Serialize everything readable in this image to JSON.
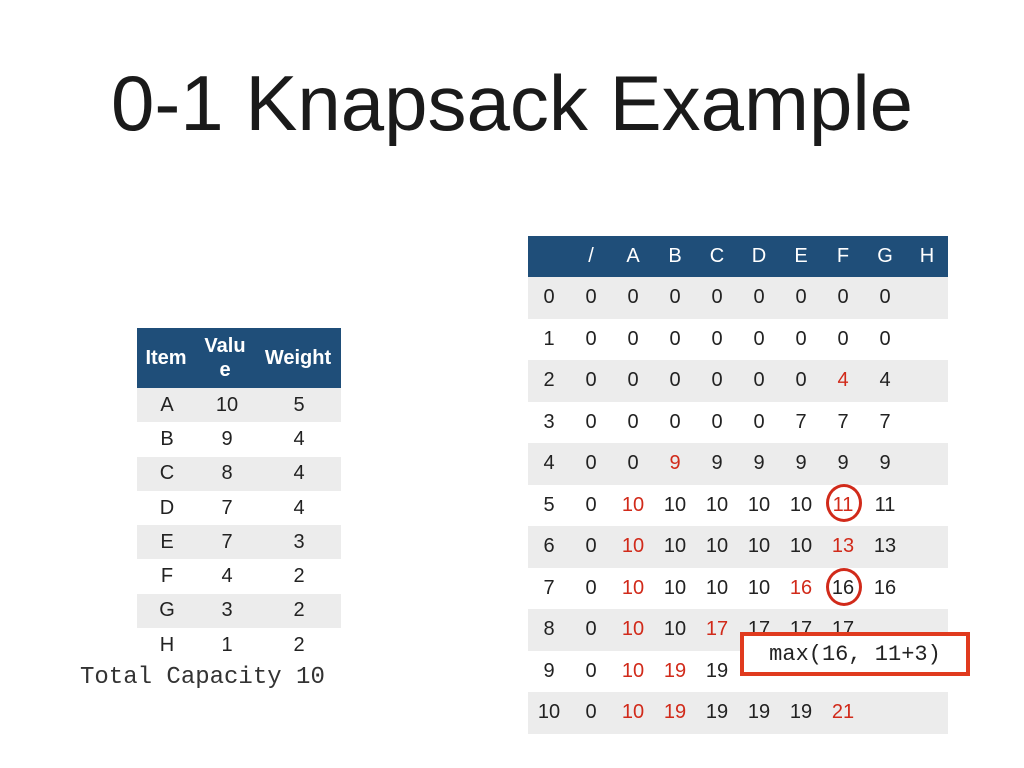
{
  "title": "0-1 Knapsack Example",
  "items_table": {
    "headers": [
      "Item",
      "Valu e",
      "Weight"
    ],
    "rows": [
      [
        "A",
        "10",
        "5"
      ],
      [
        "B",
        "9",
        "4"
      ],
      [
        "C",
        "8",
        "4"
      ],
      [
        "D",
        "7",
        "4"
      ],
      [
        "E",
        "7",
        "3"
      ],
      [
        "F",
        "4",
        "2"
      ],
      [
        "G",
        "3",
        "2"
      ],
      [
        "H",
        "1",
        "2"
      ]
    ]
  },
  "capacity_text": "Total Capacity 10",
  "dp_table": {
    "headers": [
      "",
      "/",
      "A",
      "B",
      "C",
      "D",
      "E",
      "F",
      "G",
      "H"
    ],
    "rows": [
      [
        "0",
        "0",
        "0",
        "0",
        "0",
        "0",
        "0",
        "0",
        "0",
        ""
      ],
      [
        "1",
        "0",
        "0",
        "0",
        "0",
        "0",
        "0",
        "0",
        "0",
        ""
      ],
      [
        "2",
        "0",
        "0",
        "0",
        "0",
        "0",
        "0",
        "4",
        "4",
        ""
      ],
      [
        "3",
        "0",
        "0",
        "0",
        "0",
        "0",
        "7",
        "7",
        "7",
        ""
      ],
      [
        "4",
        "0",
        "0",
        "9",
        "9",
        "9",
        "9",
        "9",
        "9",
        ""
      ],
      [
        "5",
        "0",
        "10",
        "10",
        "10",
        "10",
        "10",
        "11",
        "11",
        ""
      ],
      [
        "6",
        "0",
        "10",
        "10",
        "10",
        "10",
        "10",
        "13",
        "13",
        ""
      ],
      [
        "7",
        "0",
        "10",
        "10",
        "10",
        "10",
        "16",
        "16",
        "16",
        ""
      ],
      [
        "8",
        "0",
        "10",
        "10",
        "17",
        "17",
        "17",
        "17",
        "",
        ""
      ],
      [
        "9",
        "0",
        "10",
        "19",
        "19",
        "",
        "",
        "",
        "",
        ""
      ],
      [
        "10",
        "0",
        "10",
        "19",
        "19",
        "19",
        "19",
        "21",
        "",
        ""
      ]
    ],
    "red_cells": [
      [
        2,
        7
      ],
      [
        4,
        3
      ],
      [
        5,
        2
      ],
      [
        5,
        7
      ],
      [
        6,
        2
      ],
      [
        6,
        7
      ],
      [
        7,
        2
      ],
      [
        7,
        6
      ],
      [
        8,
        2
      ],
      [
        8,
        4
      ],
      [
        9,
        2
      ],
      [
        9,
        3
      ],
      [
        10,
        2
      ],
      [
        10,
        3
      ],
      [
        10,
        7
      ]
    ]
  },
  "annotation": "max(16, 11+3)",
  "colors": {
    "header_bg": "#1f4e79",
    "highlight": "#d12a1a",
    "stripe": "#ececec"
  }
}
